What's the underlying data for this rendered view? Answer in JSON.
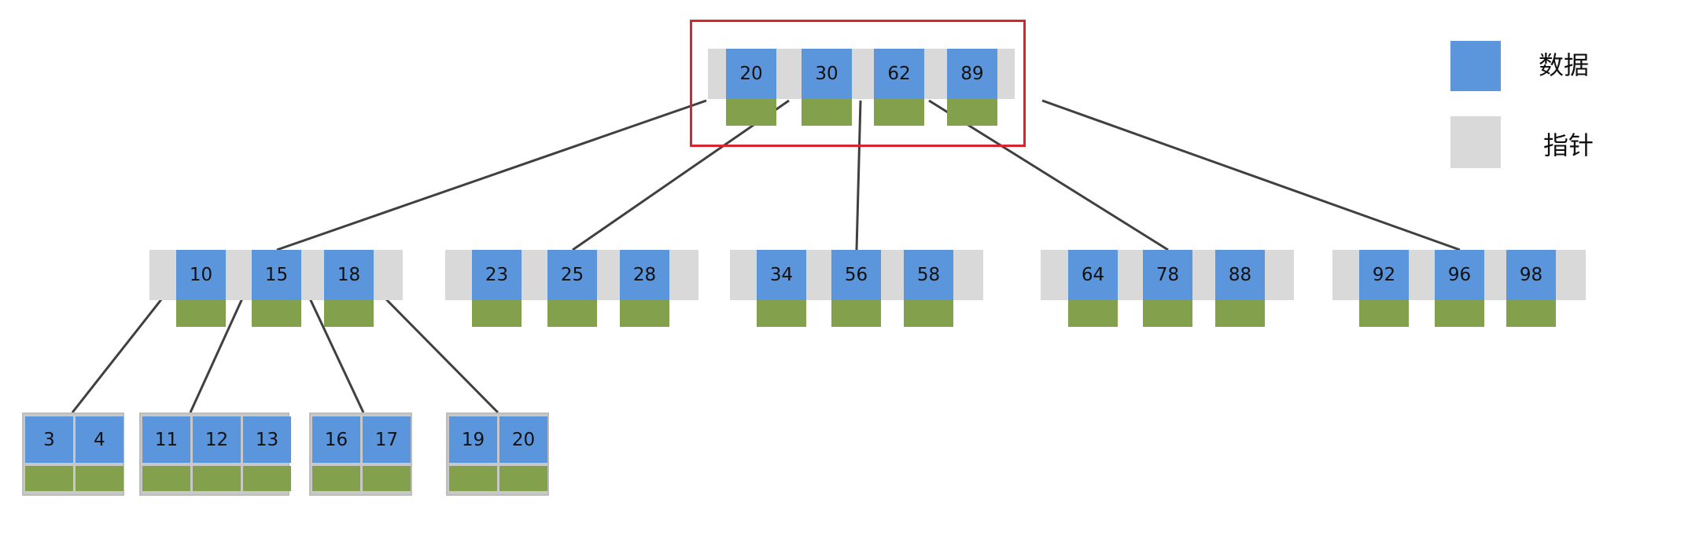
{
  "colors": {
    "data": "#5b96dc",
    "pointer": "#d9d9d9",
    "payload": "#83a04c",
    "highlight": "#d9232e",
    "edge": "#404040"
  },
  "legend": {
    "data_label": "数据",
    "pointer_label": "指针"
  },
  "tree": {
    "root": {
      "keys": [
        "20",
        "30",
        "62",
        "89"
      ]
    },
    "level1": [
      {
        "keys": [
          "10",
          "15",
          "18"
        ]
      },
      {
        "keys": [
          "23",
          "25",
          "28"
        ]
      },
      {
        "keys": [
          "34",
          "56",
          "58"
        ]
      },
      {
        "keys": [
          "64",
          "78",
          "88"
        ]
      },
      {
        "keys": [
          "92",
          "96",
          "98"
        ]
      }
    ],
    "leaves": [
      {
        "keys": [
          "3",
          "4"
        ]
      },
      {
        "keys": [
          "11",
          "12",
          "13"
        ]
      },
      {
        "keys": [
          "16",
          "17"
        ]
      },
      {
        "keys": [
          "19",
          "20"
        ]
      }
    ]
  }
}
